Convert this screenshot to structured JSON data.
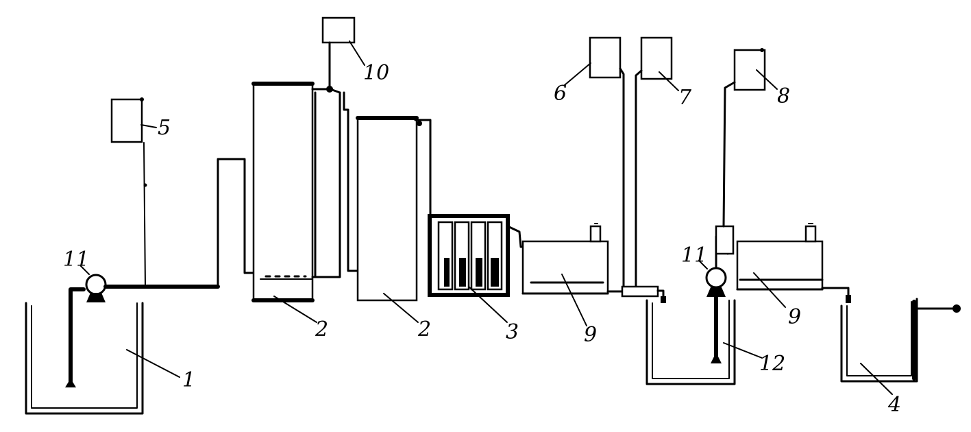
{
  "labels": {
    "tank_1": "1",
    "column_2a": "2",
    "column_2b": "2",
    "unit_3": "3",
    "tank_4": "4",
    "vessel_5": "5",
    "vessel_6": "6",
    "vessel_7": "7",
    "vessel_8": "8",
    "unit_9a": "9",
    "unit_9b": "9",
    "vessel_10": "10",
    "pump_11a": "11",
    "pump_11b": "11",
    "item_12": "12"
  }
}
